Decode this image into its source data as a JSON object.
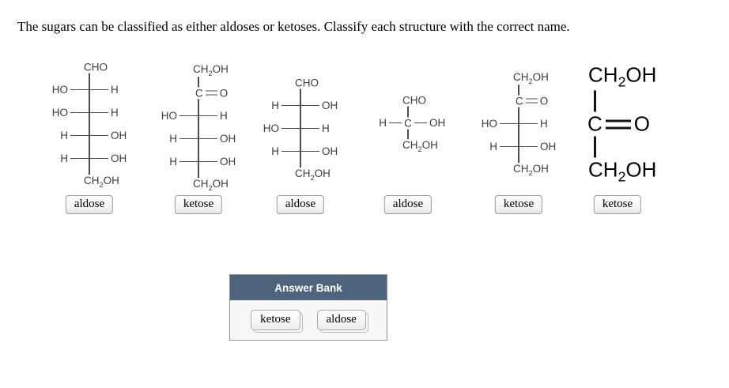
{
  "title": "The sugars can be classified as either aldoses or ketoses. Classify each structure with the correct name.",
  "structures": [
    {
      "label": "aldose",
      "size": "normal",
      "rows": [
        {
          "t": "formula",
          "text": "CHO"
        },
        {
          "t": "stereo",
          "left": "HO",
          "right": "H"
        },
        {
          "t": "stereo",
          "left": "HO",
          "right": "H"
        },
        {
          "t": "stereo",
          "left": "H",
          "right": "OH"
        },
        {
          "t": "stereo",
          "left": "H",
          "right": "OH"
        },
        {
          "t": "formula",
          "text": "CH2OH"
        }
      ]
    },
    {
      "label": "ketose",
      "size": "normal",
      "rows": [
        {
          "t": "formula",
          "text": "CH2OH"
        },
        {
          "t": "keto",
          "left_atom": "C",
          "right_atom": "O"
        },
        {
          "t": "stereo",
          "left": "HO",
          "right": "H"
        },
        {
          "t": "stereo",
          "left": "H",
          "right": "OH"
        },
        {
          "t": "stereo",
          "left": "H",
          "right": "OH"
        },
        {
          "t": "formula",
          "text": "CH2OH"
        }
      ]
    },
    {
      "label": "aldose",
      "size": "normal",
      "rows": [
        {
          "t": "formula",
          "text": "CHO"
        },
        {
          "t": "stereo",
          "left": "H",
          "right": "OH"
        },
        {
          "t": "stereo",
          "left": "HO",
          "right": "H"
        },
        {
          "t": "stereo",
          "left": "H",
          "right": "OH"
        },
        {
          "t": "formula",
          "text": "CH2OH"
        }
      ]
    },
    {
      "label": "aldose",
      "size": "normal",
      "rows": [
        {
          "t": "formula",
          "text": "CHO"
        },
        {
          "t": "stereo",
          "left": "H",
          "center": "C",
          "right": "OH"
        },
        {
          "t": "formula",
          "text": "CH2OH"
        }
      ]
    },
    {
      "label": "ketose",
      "size": "normal",
      "rows": [
        {
          "t": "formula",
          "text": "CH2OH"
        },
        {
          "t": "keto",
          "left_atom": "C",
          "right_atom": "O"
        },
        {
          "t": "stereo",
          "left": "HO",
          "right": "H"
        },
        {
          "t": "stereo",
          "left": "H",
          "right": "OH"
        },
        {
          "t": "formula",
          "text": "CH2OH"
        }
      ]
    },
    {
      "label": "ketose",
      "size": "large",
      "rows": [
        {
          "t": "formula",
          "text": "CH2OH"
        },
        {
          "t": "keto",
          "left_atom": "C",
          "right_atom": "O"
        },
        {
          "t": "formula",
          "text": "CH2OH"
        }
      ]
    }
  ],
  "answer_bank": {
    "header": "Answer Bank",
    "items": [
      "ketose",
      "aldose"
    ]
  },
  "colors": {
    "bank_header": "#4e637c",
    "structure_line": "#4d4d4d",
    "large_structure_line": "#141414",
    "bank_background": "#f7f7f7"
  }
}
